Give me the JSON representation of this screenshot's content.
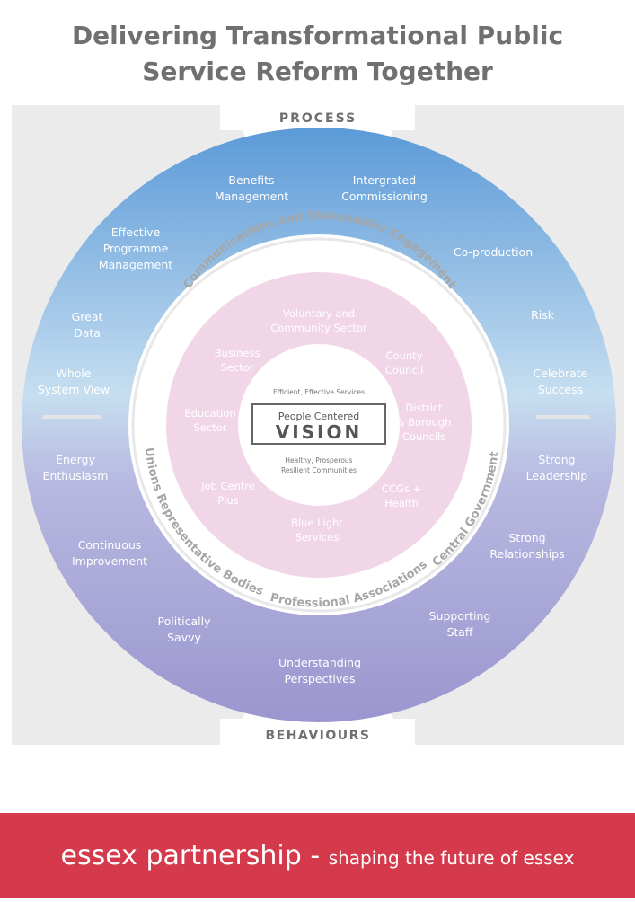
{
  "title": {
    "line1": "Delivering Transformational Public",
    "line2": "Service Reform Together"
  },
  "labels": {
    "process": "PROCESS",
    "behaviours": "BEHAVIOURS"
  },
  "outer_ring": [
    [
      "Benefits",
      "Management"
    ],
    [
      "Intergrated",
      "Commissioning"
    ],
    [
      "Effective",
      "Programme",
      "Management"
    ],
    [
      "Co-production"
    ],
    [
      "Great",
      "Data"
    ],
    [
      "Risk"
    ],
    [
      "Whole",
      "System View"
    ],
    [
      "Celebrate",
      "Success"
    ],
    [
      "Energy",
      "Enthusiasm"
    ],
    [
      "Strong",
      "Leadership"
    ],
    [
      "Continuous",
      "Improvement"
    ],
    [
      "Strong",
      "Relationships"
    ],
    [
      "Politically",
      "Savvy"
    ],
    [
      "Supporting",
      "Staff"
    ],
    [
      "Understanding",
      "Perspectives"
    ]
  ],
  "ring_text": {
    "top": "Communications and Stakeholder Engagement",
    "left": "Unions  Representative Bodies",
    "bottom": "Professional Associations",
    "right": "Central Government"
  },
  "sectors": [
    [
      "Voluntary and",
      "Community Sector"
    ],
    [
      "Business",
      "Sector"
    ],
    [
      "County",
      "Council"
    ],
    [
      "Education",
      "Sector"
    ],
    [
      "District",
      "& Borough",
      "Councils"
    ],
    [
      "Job Centre",
      "Plus"
    ],
    [
      "CCGs +",
      "Health"
    ],
    [
      "Blue Light",
      "Services"
    ]
  ],
  "center": {
    "top": "Efficient, Effective Services",
    "box_line1": "People  Centered",
    "box_line2": "VISION",
    "bottom_line1": "Healthy, Prosperous",
    "bottom_line2": "Resilient Communities"
  },
  "footer": {
    "main": "essex partnership - ",
    "tagline": "shaping the future of essex"
  },
  "colors": {
    "outer_top": "#5b9ad8",
    "outer_bottom": "#9b96cf",
    "frame": "#ebebeb",
    "inner_ring": "#f1d6e8",
    "footer": "#d43a4b",
    "title": "#707070"
  }
}
